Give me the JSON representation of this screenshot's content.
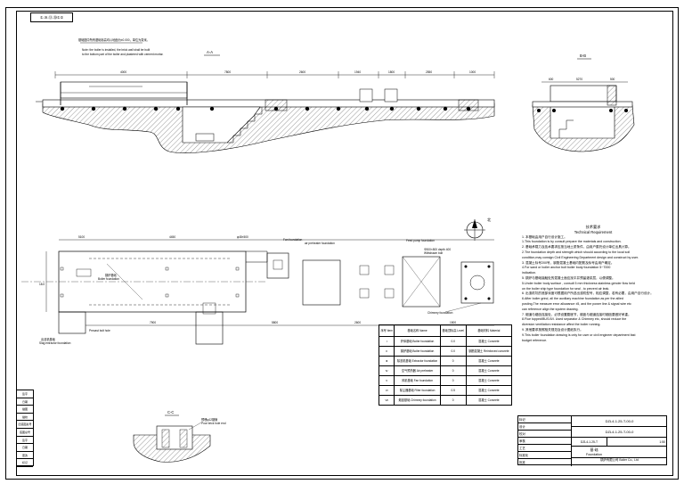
{
  "sheet": {
    "tag": "①-⑩-⑫-⑳①②",
    "section_aa": "A-A",
    "section_bb": "B-B",
    "section_cc": "C-C",
    "note_cn": "基础图中所有基础标高均以地面为±0.000，单位为毫米。",
    "note_en_1": "Note: the boiler is installed, the brick wall shall be built",
    "note_en_2": "to the bottom part of the boiler and plastered with cement mortar."
  },
  "dimensions": {
    "top": [
      "4000",
      "7800",
      "2600",
      "1940",
      "1800",
      "2550",
      "1000"
    ],
    "top_small": [
      "500",
      "2500"
    ],
    "bb": [
      "5270",
      "600",
      "500"
    ],
    "plan": [
      "5100",
      "4450",
      "φ48×500"
    ],
    "plan_bottom": [
      "7900",
      "5800",
      "2600",
      "1500"
    ],
    "side": [
      "18.0"
    ]
  },
  "labels": {
    "boiler_foundation_cn": "锅炉基础",
    "boiler_foundation": "Boiler foundation",
    "fan_foundation": "Fan foundation",
    "feed_pump": "Feed pump foundation",
    "air_preheater": "air preheater foundation",
    "anchor_cn": "地脚螺栓",
    "anchor": "Anchor bolt",
    "chimney_foundation": "Chimney foundation",
    "north": "北",
    "chimney_note": "Φ300×500 depth 400",
    "chimney_note2": "Withdrawn bolt",
    "slag_cn": "出渣机基础",
    "slag": "Slag extractor foundation",
    "precast": "Precast bolt hole",
    "cc_note1": "预埋φ12钢管",
    "cc_note2": "Pour brick hole end"
  },
  "tech": {
    "title_cn": "技术要求",
    "title": "Technical Requirement",
    "lines": [
      "1. 本基础由用户自行设计施工。",
      "1.This foundation is by consult prepare the materials and construction.",
      "2. 基础承载力及技术要求应按当地土质条件，由用户委托设计单位出具计算。",
      "2.The foundation depth and strength which should according to the local soil",
      "condition,may consign Civil Engineering Department design and construct by user.",
      "3. 混凝土标号200号，钢筋混凝土基础内配筋及标号由用户确定。",
      "4.For sand or boiler anchor bolt boiler body foundation 5~7000",
      "indication.",
      "5. 锅炉与基础接触处的混凝土面应找平并预留灌浆层，以便调整。",
      "5.Under boiler body surface , consult 5 mm thickness stainless grinder flow held",
      "on the boiler ship type foundation for seal , to prevent air leak.",
      "6. 出渣机坑的底部深度可根据用户所选出渣机型号，相应调整，若有必要，由用户自行设计。",
      "6.After boiler grind, all the auxiliary machine foundation as per the allied",
      "posting.The measure error allowance ±5, and the power line & signal wire etc",
      "can reference align the system drawing.",
      "7. 烟道与烟囱连接处，必须设置膨胀节，烟囱与烟道连接时烟囱要做好承重。",
      "8.Flue topped/BUS.B/I. Used separator & Chimney etc, should reduce the",
      "diversion ventilation resistance affect the boiler running.",
      "9. 其他要求按照相关规范及设计图纸执行。",
      "9.This boiler foundation drawing is only for user or civil engineer department fast",
      "budget reference."
    ]
  },
  "bill": {
    "headers": [
      "序号 Item",
      "基础名称 Name",
      "基础顶标高 Level",
      "基础材料 Material"
    ],
    "rows": [
      [
        "Ⅰ",
        "炉体基础 Boiler foundation",
        "0.0",
        "混凝土 Concrete"
      ],
      [
        "Ⅱ",
        "锅炉基础 Boiler foundation",
        "0.0",
        "钢筋混凝土 Reinforced concrete"
      ],
      [
        "Ⅲ",
        "除渣机基础 Extractor foundation",
        "0",
        "混凝土 Concrete"
      ],
      [
        "Ⅳ",
        "空气预热器 Air preheater",
        "0",
        "混凝土 Concrete"
      ],
      [
        "Ⅴ",
        "风机基础 Fan foundation",
        "0",
        "混凝土 Concrete"
      ],
      [
        "Ⅵ",
        "除尘器基础 Filter foundation",
        "0.5",
        "混凝土 Concrete"
      ],
      [
        "Ⅶ",
        "烟囱基础 Chimney foundation",
        "0",
        "混凝土 Concrete"
      ]
    ]
  },
  "titleblock": {
    "drawing_no_1": "DZL4-1.25-T-00-0",
    "drawing_no_2": "DZL4-1.25-T-00-0",
    "model": "DZL4-1.25-T",
    "name_cn": "基 础",
    "name": "Foundation",
    "company_cn": "锅炉有限公司",
    "company": "Boiler Co., Ltd",
    "scale": "1:50",
    "rows": [
      "标记",
      "设计",
      "校对",
      "审核",
      "工艺",
      "标准化",
      "批准"
    ]
  },
  "strip": [
    "签字",
    "日期",
    "描图",
    "描校",
    "旧底图总号",
    "底图总号",
    "签字",
    "日期",
    "更改",
    "标记"
  ]
}
